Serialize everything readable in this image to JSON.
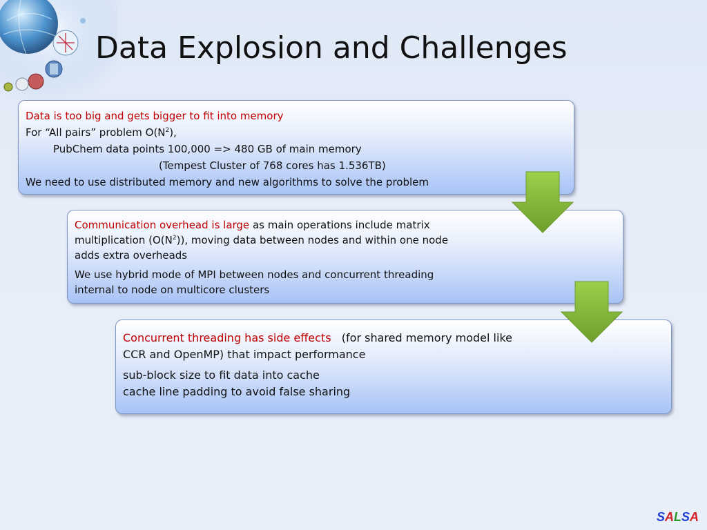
{
  "slide": {
    "title": "Data Explosion and Challenges"
  },
  "box1": {
    "line1": "Data is too big and gets bigger to fit into memory",
    "line2_pre": "For “All pairs” problem O(N",
    "line2_sup": "2",
    "line2_post": "),",
    "line3": "PubChem data points 100,000 => 480 GB of main memory",
    "line4": "(Tempest Cluster of 768 cores has 1.536TB)",
    "line5": "We need to use distributed memory and new algorithms to solve the problem"
  },
  "box2": {
    "highlight": "Communication overhead is large",
    "line1_rest": " as main operations include matrix",
    "line2_pre": "multiplication (O(N",
    "line2_sup": "2",
    "line2_post": ")), moving data between nodes and within one node",
    "line3": "adds extra overheads",
    "line4": "We use hybrid mode of MPI between nodes and concurrent threading",
    "line5": "internal to node on multicore clusters"
  },
  "box3": {
    "highlight": "Concurrent threading has side effects",
    "line1_rest": "   (for shared memory model like",
    "line2": "CCR and OpenMP) that impact performance",
    "line3": "sub-block size to fit data into cache",
    "line4": "cache line padding to avoid false sharing"
  },
  "footer": {
    "logo_letters": [
      "S",
      "A",
      "L",
      "S",
      "A"
    ],
    "logo_colors": [
      "#1f3fd0",
      "#d02020",
      "#2a9a2a",
      "#1f3fd0",
      "#d02020"
    ]
  },
  "colors": {
    "highlight_red": "#c00000",
    "arrow_green": "#8cbf3f"
  }
}
